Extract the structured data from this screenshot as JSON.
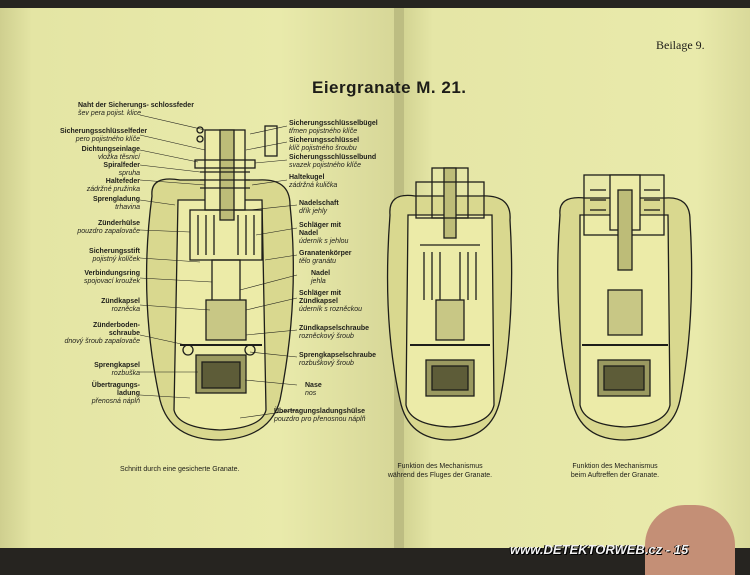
{
  "header": {
    "beilage": "Beilage 9.",
    "title": "Eiergranate M. 21."
  },
  "left_labels": [
    {
      "de": "Naht der Sicherungs-\nschlossfeder",
      "cs": "šev pera pojist. klice"
    },
    {
      "de": "Sicherungsschlüsselfeder",
      "cs": "pero pojistného klíče"
    },
    {
      "de": "Dichtungseinlage",
      "cs": "vložka těsnicí"
    },
    {
      "de": "Spiralfeder",
      "cs": "spruha"
    },
    {
      "de": "Haltefeder",
      "cs": "zádržné pružinka"
    },
    {
      "de": "Sprengladung",
      "cs": "trhavina"
    },
    {
      "de": "Zünderhülse",
      "cs": "pouzdro zapalovače"
    },
    {
      "de": "Sicherungsstift",
      "cs": "pojistný kolíček"
    },
    {
      "de": "Verbindungsring",
      "cs": "spojovací kroužek"
    },
    {
      "de": "Zündkapsel",
      "cs": "rozněcka"
    },
    {
      "de": "Zünderboden-\nschraube",
      "cs": "dnový šroub zapalovače"
    },
    {
      "de": "Sprengkapsel",
      "cs": "rozbuška"
    },
    {
      "de": "Übertragungs-\nladung",
      "cs": "přenosná náplň"
    }
  ],
  "right_labels": [
    {
      "de": "Sicherungsschlüsselbügel",
      "cs": "třmen pojistného klíče"
    },
    {
      "de": "Sicherungsschlüssel",
      "cs": "klíč pojistného šroubu"
    },
    {
      "de": "Sicherungsschlüsselbund",
      "cs": "svazek pojistného klíče"
    },
    {
      "de": "Haltekugel",
      "cs": "zádržná kulička"
    },
    {
      "de": "Nadelschaft",
      "cs": "dřík jehly"
    },
    {
      "de": "Schläger mit\nNadel",
      "cs": "úderník s jehlou"
    },
    {
      "de": "Granatenkörper",
      "cs": "tělo granátu"
    },
    {
      "de": "Nadel",
      "cs": "jehla"
    },
    {
      "de": "Schläger mit\nZündkapsel",
      "cs": "úderník s rozněckou"
    },
    {
      "de": "Zündkapselschraube",
      "cs": "rozněckový šroub"
    },
    {
      "de": "Sprengkapselschraube",
      "cs": "rozbuškový šroub"
    },
    {
      "de": "Nase",
      "cs": "nos"
    },
    {
      "de": "Übertragungsladungshülse",
      "cs": "pouzdro pro přenosnou náplň"
    }
  ],
  "captions": {
    "a": "Schnitt durch eine gesicherte Granate.",
    "b": "Funktion des Mechanismus\nwährend des Fluges der Granate.",
    "c": "Funktion des Mechanismus\nbeim Auftreffen der Granate."
  },
  "watermark": "www.DETEKTORWEB.cz - 15",
  "colors": {
    "paper": "#e8e9a9",
    "ink": "#1d1d18",
    "background": "#262420"
  }
}
